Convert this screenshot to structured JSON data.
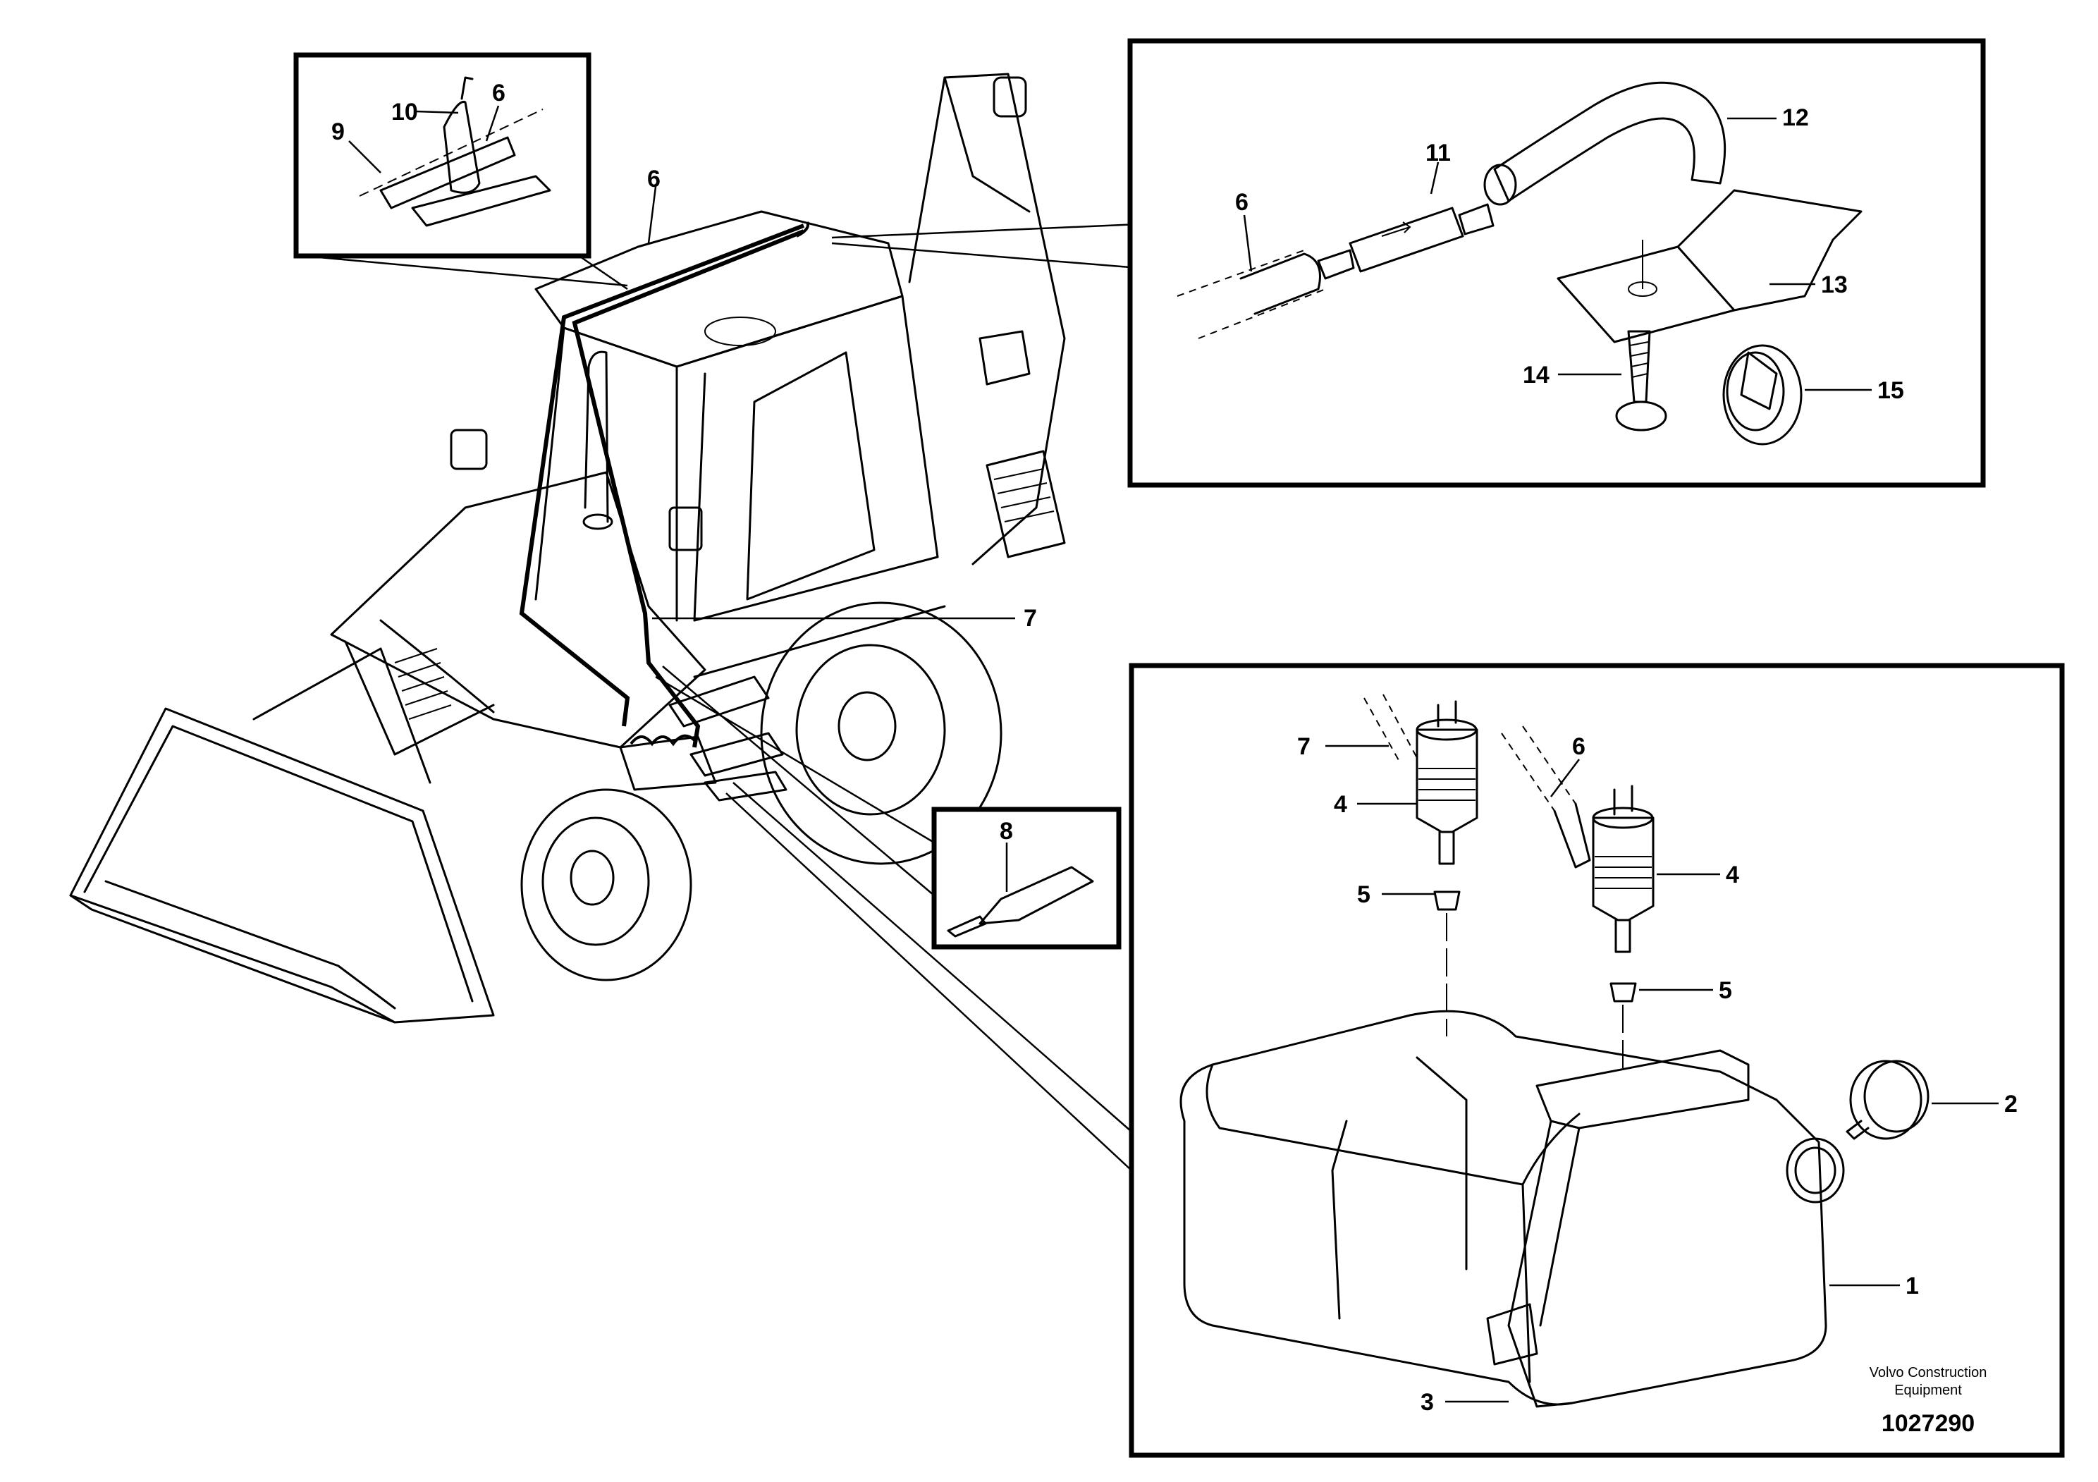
{
  "callouts": {
    "c1": "1",
    "c2": "2",
    "c3": "3",
    "c4a": "4",
    "c4b": "4",
    "c5a": "5",
    "c5b": "5",
    "c6_cab": "6",
    "c6_detail": "6",
    "c6_tank": "6",
    "c6_hose": "6",
    "c7_main": "7",
    "c7_tank": "7",
    "c8": "8",
    "c9": "9",
    "c10": "10",
    "c11": "11",
    "c12": "12",
    "c13": "13",
    "c14": "14",
    "c15": "15"
  },
  "footer": {
    "brand_line1": "Volvo Construction",
    "brand_line2": "Equipment",
    "drawing_number": "1027290"
  }
}
